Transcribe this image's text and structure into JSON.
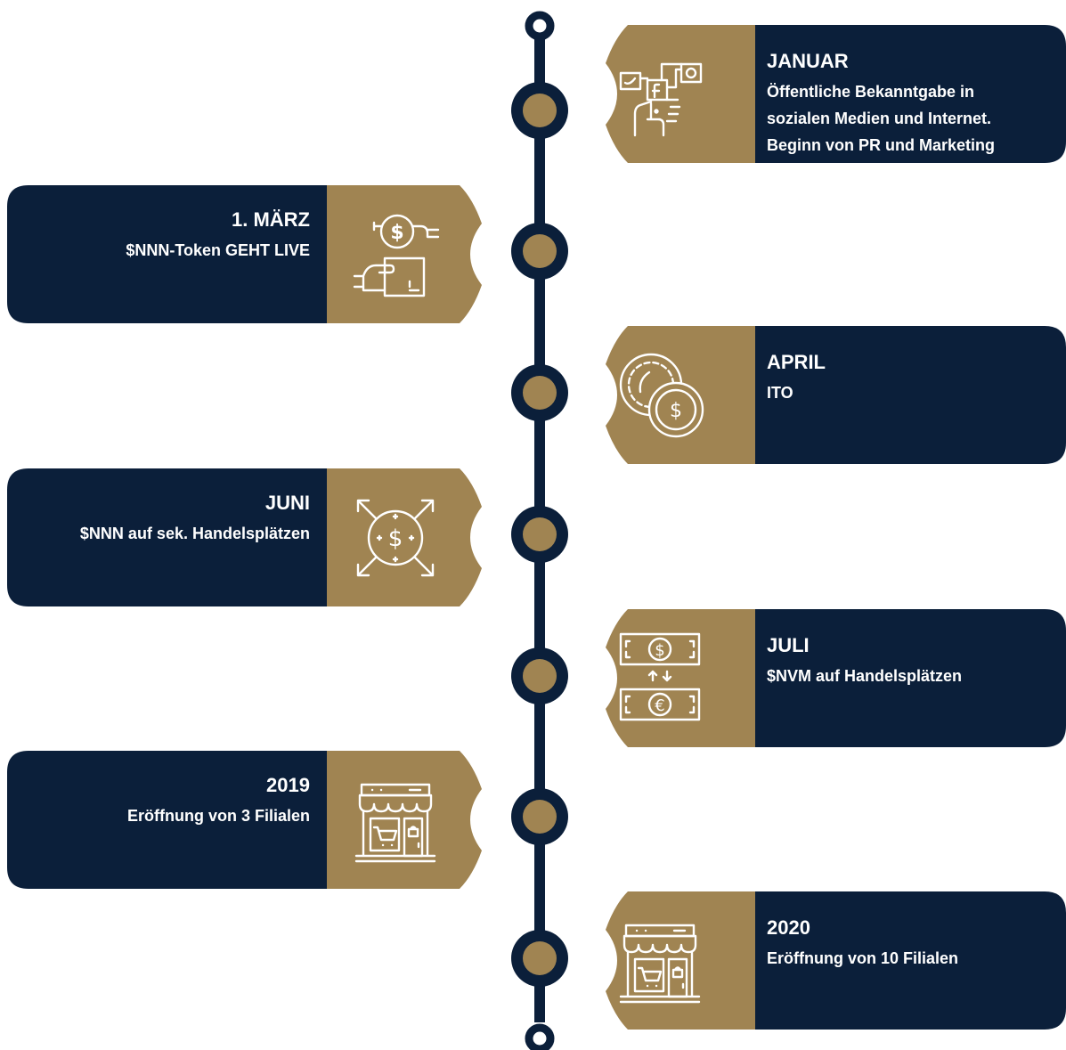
{
  "colors": {
    "navy": "#0b1f3a",
    "gold": "#a08452",
    "white": "#ffffff"
  },
  "timeline": [
    {
      "side": "right",
      "title": "JANUAR",
      "desc": [
        "Öffentliche Bekanntgabe in",
        "sozialen Medien und Internet.",
        "Beginn von PR und Marketing"
      ],
      "icon": "social-media-icon"
    },
    {
      "side": "left",
      "title": "1.  MÄRZ",
      "desc": [
        "$NNN-Token GEHT LIVE"
      ],
      "icon": "token-exchange-icon"
    },
    {
      "side": "right",
      "title": "APRIL",
      "desc": [
        "ITO"
      ],
      "icon": "coins-icon"
    },
    {
      "side": "left",
      "title": "JUNI",
      "desc": [
        "$NNN auf sek. Handelsplätzen"
      ],
      "icon": "dollar-spread-icon"
    },
    {
      "side": "right",
      "title": "JULI",
      "desc": [
        "$NVM auf Handelsplätzen"
      ],
      "icon": "currency-exchange-icon"
    },
    {
      "side": "left",
      "title": "2019",
      "desc": [
        "Eröffnung von 3 Filialen"
      ],
      "icon": "store-icon"
    },
    {
      "side": "right",
      "title": "2020",
      "desc": [
        "Eröffnung von 10 Filialen"
      ],
      "icon": "store-icon"
    }
  ]
}
